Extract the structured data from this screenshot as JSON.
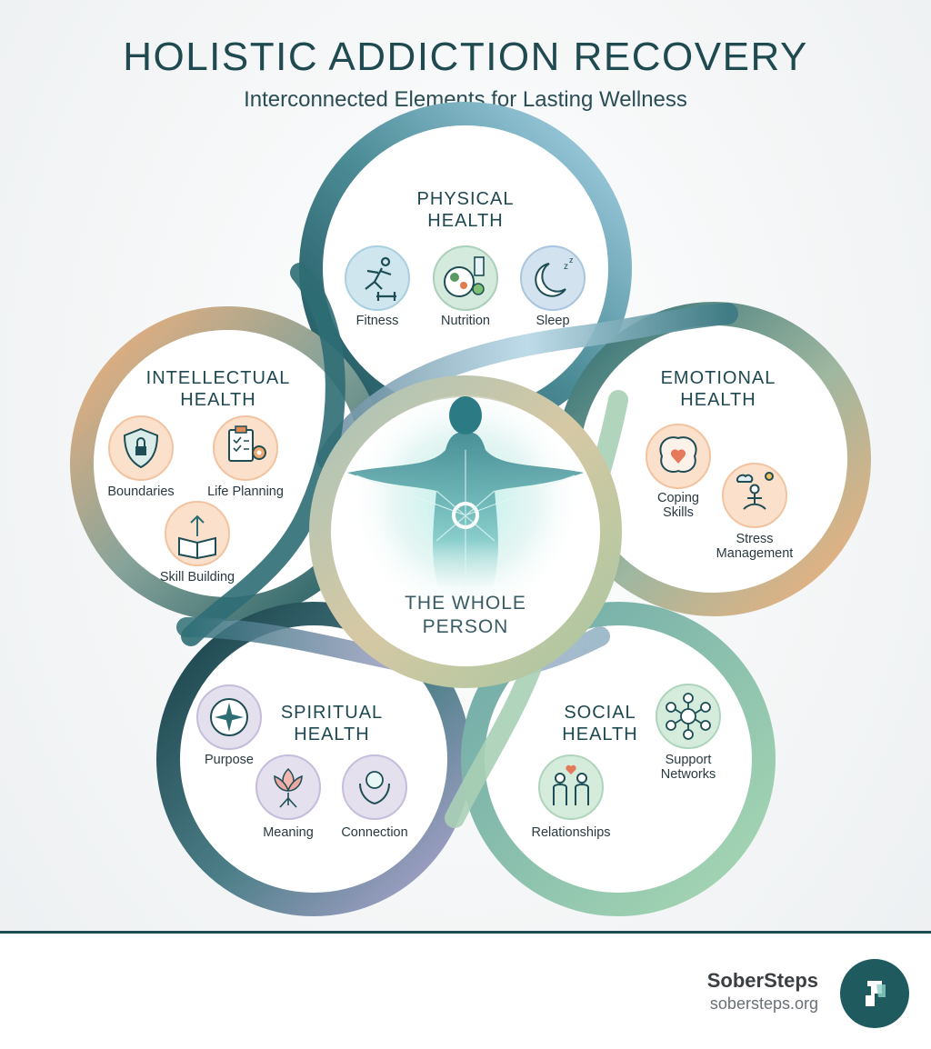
{
  "header": {
    "title": "HOLISTIC ADDICTION RECOVERY",
    "subtitle": "Interconnected Elements for Lasting Wellness"
  },
  "center": {
    "line1": "THE WHOLE",
    "line2": "PERSON"
  },
  "sections": {
    "physical": {
      "line1": "PHYSICAL",
      "line2": "HEALTH",
      "color": "#8ec7e0",
      "items": [
        {
          "label": "Fitness",
          "icon": "runner-dumbbell-icon"
        },
        {
          "label": "Nutrition",
          "icon": "healthy-food-icon"
        },
        {
          "label": "Sleep",
          "icon": "moon-zzz-icon"
        }
      ]
    },
    "emotional": {
      "line1": "EMOTIONAL",
      "line2": "HEALTH",
      "color": "#f3b27c",
      "items": [
        {
          "label_line1": "Coping",
          "label_line2": "Skills",
          "icon": "brain-heart-icon"
        },
        {
          "label_line1": "Stress",
          "label_line2": "Management",
          "icon": "meditation-icon"
        }
      ]
    },
    "intellectual": {
      "line1": "INTELLECTUAL",
      "line2": "HEALTH",
      "color": "#f3b27c",
      "items": [
        {
          "label": "Boundaries",
          "icon": "shield-lock-icon"
        },
        {
          "label": "Life Planning",
          "icon": "clipboard-gear-icon"
        },
        {
          "label": "Skill Building",
          "icon": "book-arrow-icon"
        }
      ]
    },
    "spiritual": {
      "line1": "SPIRITUAL",
      "line2": "HEALTH",
      "color": "#a99ac8",
      "items": [
        {
          "label": "Purpose",
          "icon": "compass-icon"
        },
        {
          "label": "Meaning",
          "icon": "lotus-roots-icon"
        },
        {
          "label": "Connection",
          "icon": "hands-orb-icon"
        }
      ]
    },
    "social": {
      "line1": "SOCIAL",
      "line2": "HEALTH",
      "color": "#9bd0ae",
      "items": [
        {
          "label_line1": "Support",
          "label_line2": "Networks",
          "icon": "network-people-icon"
        },
        {
          "label": "Relationships",
          "icon": "two-people-heart-icon"
        }
      ]
    }
  },
  "footer": {
    "brand": "SoberSteps",
    "url": "sobersteps.org"
  },
  "colors": {
    "teal_dark": "#1c4f57",
    "peach": "#f3b27c",
    "blue": "#8ec7e0",
    "green": "#9bd0ae",
    "lavender": "#a99ac8"
  }
}
